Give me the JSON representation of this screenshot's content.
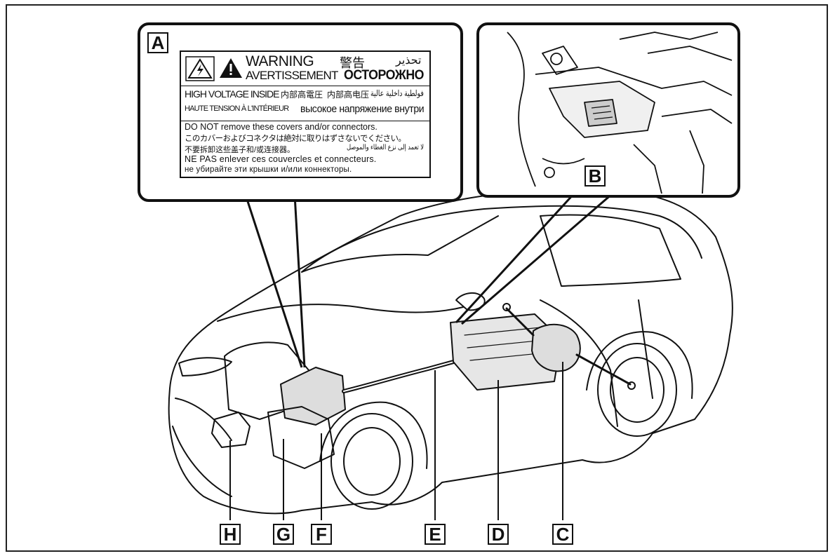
{
  "labels": {
    "a": "A",
    "b": "B",
    "c": "C",
    "d": "D",
    "e": "E",
    "f": "F",
    "g": "G",
    "h": "H"
  },
  "warning_label": {
    "warning_en": "WARNING",
    "warning_ja": "警告",
    "warning_ar": "تحذير",
    "warning_fr": "AVERTISSEMENT",
    "warning_ru": "ОСТОРОЖНО",
    "hv_en": "HIGH VOLTAGE INSIDE",
    "hv_ja": "内部高電圧",
    "hv_zh": "内部高电压",
    "hv_ar": "فولطية داخلية عالية",
    "hv_fr": "HAUTE TENSION À L'INTÉRIEUR",
    "hv_ru": "высокое напряжение внутри",
    "line_en": "DO NOT remove these covers and/or connectors.",
    "line_ja": "このカバーおよびコネクタは絶対に取りはずさないでください。",
    "line_zh": "不要拆卸这些盖子和/或连接器。",
    "line_ar": "لا تعمد إلى نزع الغطاء والموصل",
    "line_fr": "NE PAS enlever ces couvercles et connecteurs.",
    "line_ru": "не убирайте эти крышки и/или коннекторы."
  }
}
